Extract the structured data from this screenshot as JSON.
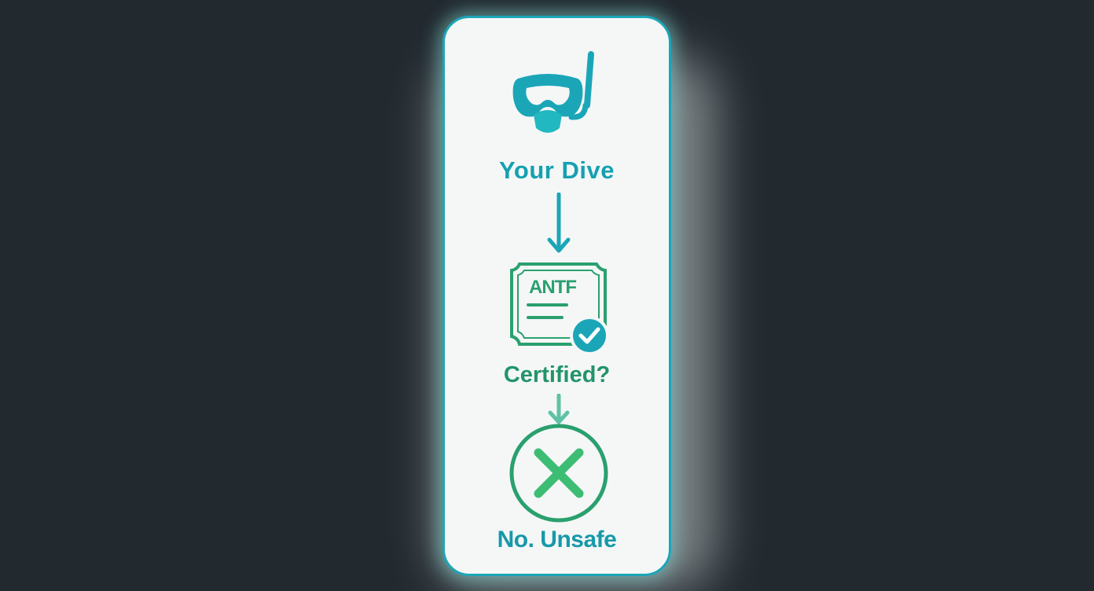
{
  "diagram": {
    "steps": {
      "start": {
        "label": "Your Dive",
        "icon": "dive-mask-snorkel-icon"
      },
      "check": {
        "label": "Certified?",
        "icon": "certificate-check-icon",
        "certificate_text": "ANTF"
      },
      "result": {
        "label": "No. Unsafe",
        "icon": "x-circle-icon"
      }
    },
    "colors": {
      "teal": "#1aa6b7",
      "green": "#2aa06f",
      "x_green": "#3dbd74",
      "card_background": "#f5f7f7",
      "page_background": "#222a30"
    }
  }
}
